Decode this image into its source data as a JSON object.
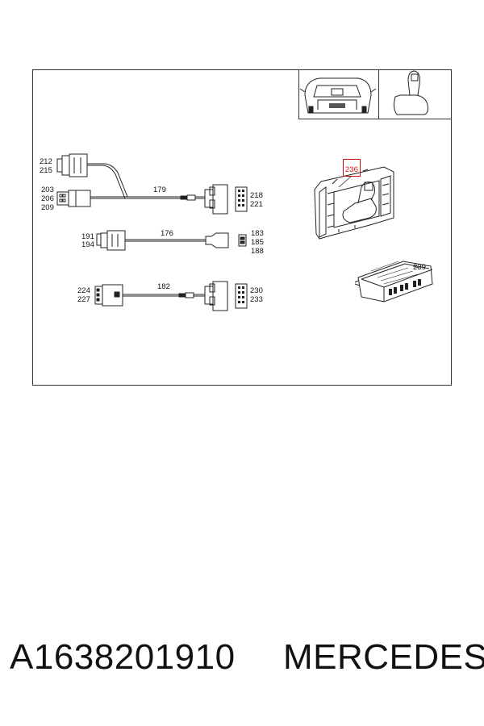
{
  "diagram": {
    "callouts": {
      "c212": "212",
      "c215": "215",
      "c203": "203",
      "c206": "206",
      "c209": "209",
      "c179": "179",
      "c218": "218",
      "c221": "221",
      "c191": "191",
      "c194": "194",
      "c176": "176",
      "c183": "183",
      "c185": "185",
      "c188": "188",
      "c224": "224",
      "c227": "227",
      "c182": "182",
      "c230": "230",
      "c233": "233",
      "c236": "236",
      "c239": "239"
    },
    "highlight_color": "#d11111",
    "thumbnails": [
      "car-top-view-icon",
      "seat-icon"
    ]
  },
  "footer": {
    "part_number": "A1638201910",
    "brand": "MERCEDES"
  }
}
